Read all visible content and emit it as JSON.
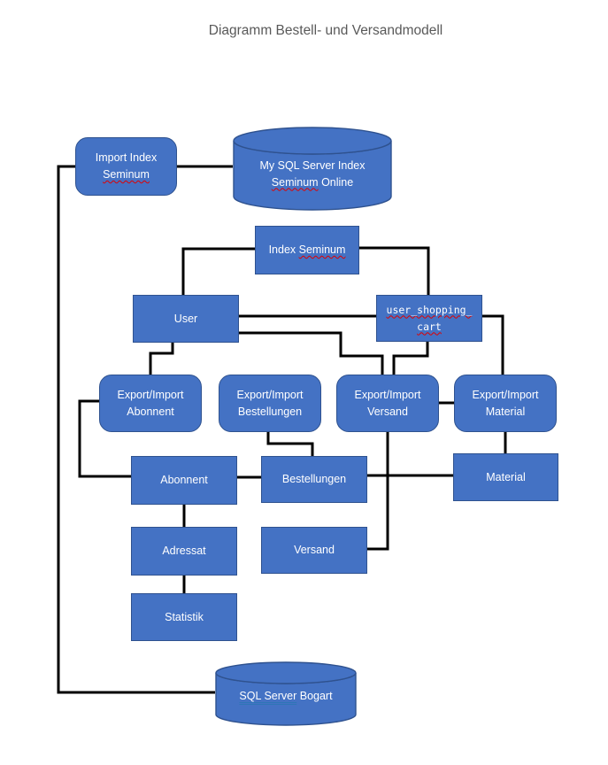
{
  "title": "Diagramm Bestell- und Versandmodell",
  "colors": {
    "node_fill": "#4472C4",
    "node_border": "#2F528F",
    "node_text": "#FFFFFF",
    "connector": "#000000",
    "title_text": "#595959",
    "spellcheck_underline": "#E00000",
    "grammar_underline": "#2E75B6"
  },
  "nodes": {
    "import_index_seminum": {
      "line1": "Import Index",
      "line2": "Seminum"
    },
    "mysql_index_seminum_online": {
      "line1": "My SQL Server Index",
      "line2_word": "Seminum",
      "line2_rest": " Online"
    },
    "index_seminum": {
      "word1": "Index ",
      "word2": "Seminum"
    },
    "user": {
      "label": "User"
    },
    "user_shopping_cart": {
      "line1": "user_shopping_",
      "line2": "cart"
    },
    "export_import_abonnent": {
      "line1": "Export/Import",
      "line2": "Abonnent"
    },
    "export_import_bestellungen": {
      "line1": "Export/Import",
      "line2": "Bestellungen"
    },
    "export_import_versand": {
      "line1": "Export/Import",
      "line2": "Versand"
    },
    "export_import_material": {
      "line1": "Export/Import",
      "line2": "Material"
    },
    "abonnent": {
      "label": "Abonnent"
    },
    "bestellungen": {
      "label": "Bestellungen"
    },
    "material": {
      "label": "Material"
    },
    "adressat": {
      "label": "Adressat"
    },
    "versand": {
      "label": "Versand"
    },
    "statistik": {
      "label": "Statistik"
    },
    "sql_server_bogart": {
      "word1": "SQL Server",
      "word2": " Bogart"
    }
  }
}
